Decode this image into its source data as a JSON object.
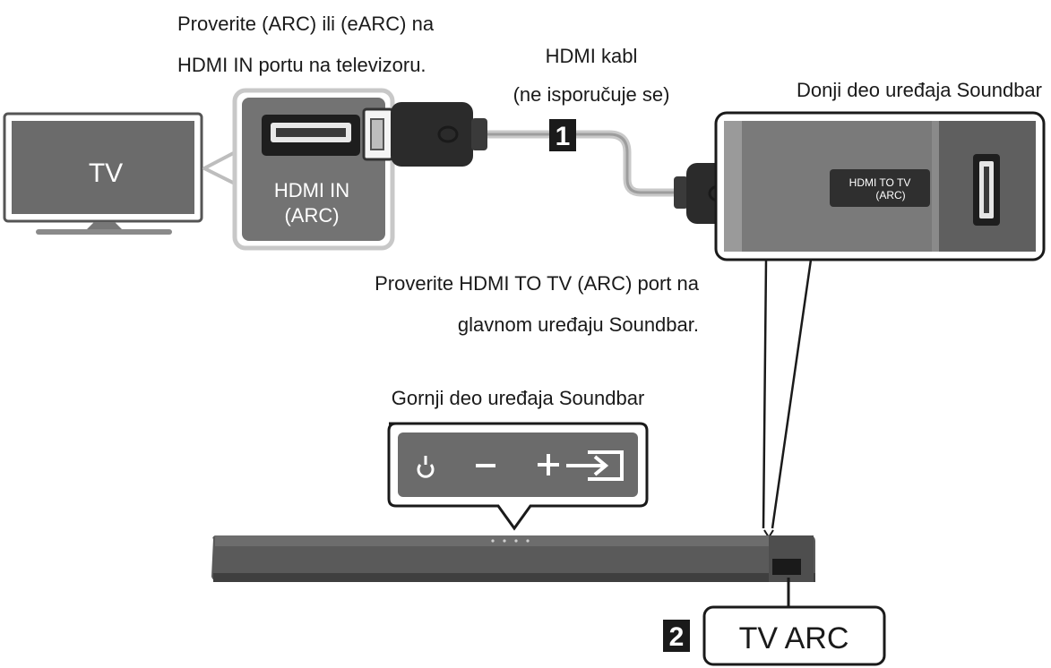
{
  "tv": {
    "label": "TV"
  },
  "tv_port": {
    "line1": "HDMI IN",
    "line2": "(ARC)"
  },
  "note_tv": {
    "line1": "Proverite (ARC) ili (eARC) na",
    "line2": "HDMI IN portu na televizoru."
  },
  "cable": {
    "line1": "HDMI kabl",
    "line2": "(ne isporučuje se)"
  },
  "step1": {
    "number": "1"
  },
  "soundbar_bottom": {
    "title": "Donji deo uređaja Soundbar",
    "port_line1": "HDMI TO TV",
    "port_line2": "(ARC)"
  },
  "note_soundbar": {
    "line1": "Proverite HDMI TO TV (ARC) port na",
    "line2": "glavnom uređaju Soundbar."
  },
  "soundbar_top": {
    "title": "Gornji deo uređaja Soundbar",
    "buttons": [
      "power-icon",
      "volume-down-icon",
      "volume-up-icon",
      "source-icon"
    ]
  },
  "step2": {
    "number": "2",
    "label": "TV ARC"
  },
  "colors": {
    "text": "#1a1a1a",
    "panel_gray": "#6f6f6f",
    "panel_bg": "#dcdcdc",
    "connector_dark": "#2b2b2b",
    "cable_gray": "#b8b8b8",
    "soundbar_body": "#555555"
  }
}
